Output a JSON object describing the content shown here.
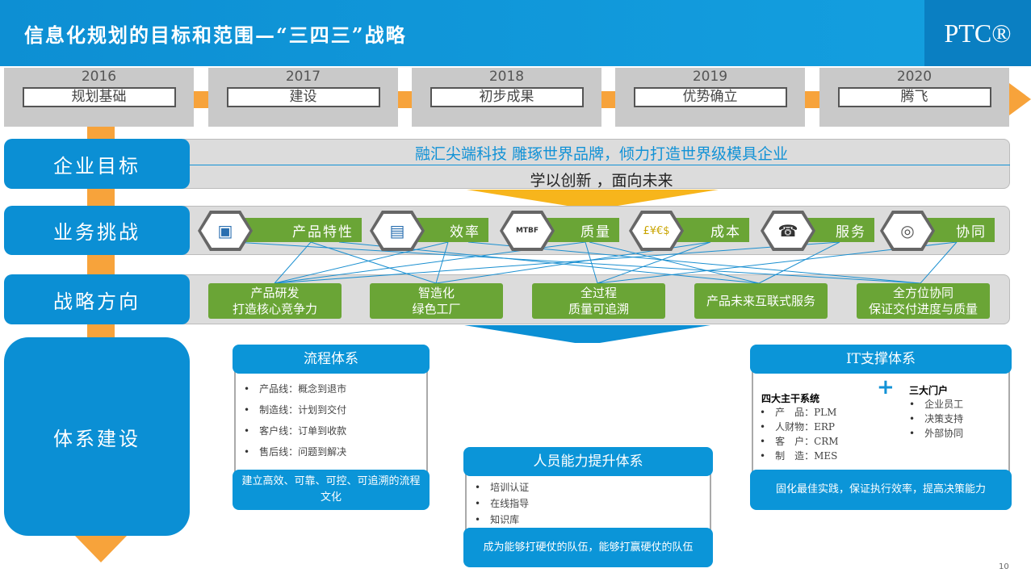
{
  "title": "信息化规划的目标和范围—“三四三”战略",
  "logo": "PTC®",
  "timeline": [
    {
      "year": "2016",
      "label": "规划基础"
    },
    {
      "year": "2017",
      "label": "建设"
    },
    {
      "year": "2018",
      "label": "初步成果"
    },
    {
      "year": "2019",
      "label": "优势确立"
    },
    {
      "year": "2020",
      "label": "腾飞"
    }
  ],
  "rows": {
    "goal": "企业目标",
    "challenge": "业务挑战",
    "strategy": "战略方向",
    "system": "体系建设"
  },
  "goal": {
    "line1": "融汇尖端科技 雕琢世界品牌，倾力打造世界级模具企业",
    "line2": "学以创新 ，面向未来"
  },
  "challenges": [
    {
      "label": "产品特性",
      "icon": "circuit-chip-icon"
    },
    {
      "label": "效率",
      "icon": "gantt-chart-icon"
    },
    {
      "label": "质量",
      "icon": "mtbf-curve-icon",
      "icon_text": "MTBF"
    },
    {
      "label": "成本",
      "icon": "currency-icon",
      "icon_text": "£¥€$"
    },
    {
      "label": "服务",
      "icon": "support-headset-icon"
    },
    {
      "label": "协同",
      "icon": "global-network-icon"
    }
  ],
  "strategies": [
    {
      "l1": "产品研发",
      "l2": "打造核心竞争力"
    },
    {
      "l1": "智造化",
      "l2": "绿色工厂"
    },
    {
      "l1": "全过程",
      "l2": "质量可追溯"
    },
    {
      "l1": "产品未来互联式服务",
      "l2": ""
    },
    {
      "l1": "全方位协同",
      "l2": "保证交付进度与质量"
    }
  ],
  "process": {
    "title": "流程体系",
    "items": [
      "产品线：概念到退市",
      "制造线：计划到交付",
      "客户线：订单到收款",
      "售后线：问题到解决"
    ],
    "footer": "建立高效、可靠、可控、可追溯的流程文化"
  },
  "people": {
    "title": "人员能力提升体系",
    "items": [
      "培训认证",
      "在线指导",
      "知识库"
    ],
    "footer": "成为能够打硬仗的队伍，能够打赢硬仗的队伍"
  },
  "it": {
    "title": "IT支撑体系",
    "core_title": "四大主干系统",
    "core": [
      "产　品：PLM",
      "人财物：ERP",
      "客　户：CRM",
      "制　造：MES"
    ],
    "plus": "+",
    "portal_title": "三大门户",
    "portals": [
      "企业员工",
      "决策支持",
      "外部协同"
    ],
    "footer": "固化最佳实践，保证执行效率，提高决策能力"
  },
  "page_number": "10"
}
